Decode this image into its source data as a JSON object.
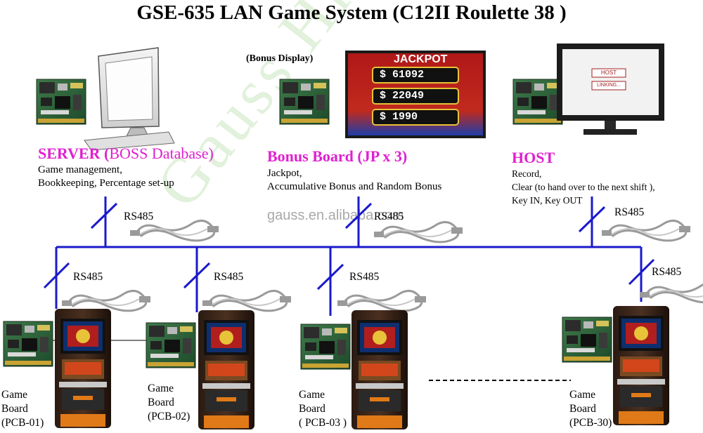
{
  "title": "GSE-635 LAN Game System (C12II Roulette 38 )",
  "watermark": "Gauss HiTech Co.",
  "watermark_url": "gauss.en.alibaba.com",
  "nodes": {
    "server": {
      "title": "SERVER (",
      "title_sub": "BOSS Database)",
      "desc": [
        "Game management,",
        "Bookkeeping,  Percentage set-up"
      ]
    },
    "bonus": {
      "display_label": "(Bonus Display)",
      "title": "Bonus Board (JP x 3)",
      "desc": [
        "Jackpot,",
        "Accumulative Bonus and Random Bonus"
      ]
    },
    "host": {
      "title": "HOST",
      "desc": [
        "Record,",
        "Clear (to hand over to the next shift ),",
        "Key IN, Key OUT"
      ]
    }
  },
  "jackpot": {
    "label": "JACKPOT",
    "values": [
      "$   61092",
      "$   22049",
      "$   1990"
    ]
  },
  "host_screen": {
    "buttons": [
      "HOST",
      "LINKING..."
    ]
  },
  "cable_label": "RS485",
  "game_boards": [
    {
      "line1": "Game",
      "line2": "Board",
      "line3": "(PCB-01)"
    },
    {
      "line1": "Game",
      "line2": "Board",
      "line3": "(PCB-02)"
    },
    {
      "line1": "Game",
      "line2": "Board",
      "line3": "( PCB-03 )"
    },
    {
      "line1": "Game",
      "line2": "Board",
      "line3": "(PCB-30)"
    }
  ],
  "colors": {
    "bus": "#1a1acc",
    "accent": "#e020d0",
    "watermark": "#cfe8c4"
  }
}
